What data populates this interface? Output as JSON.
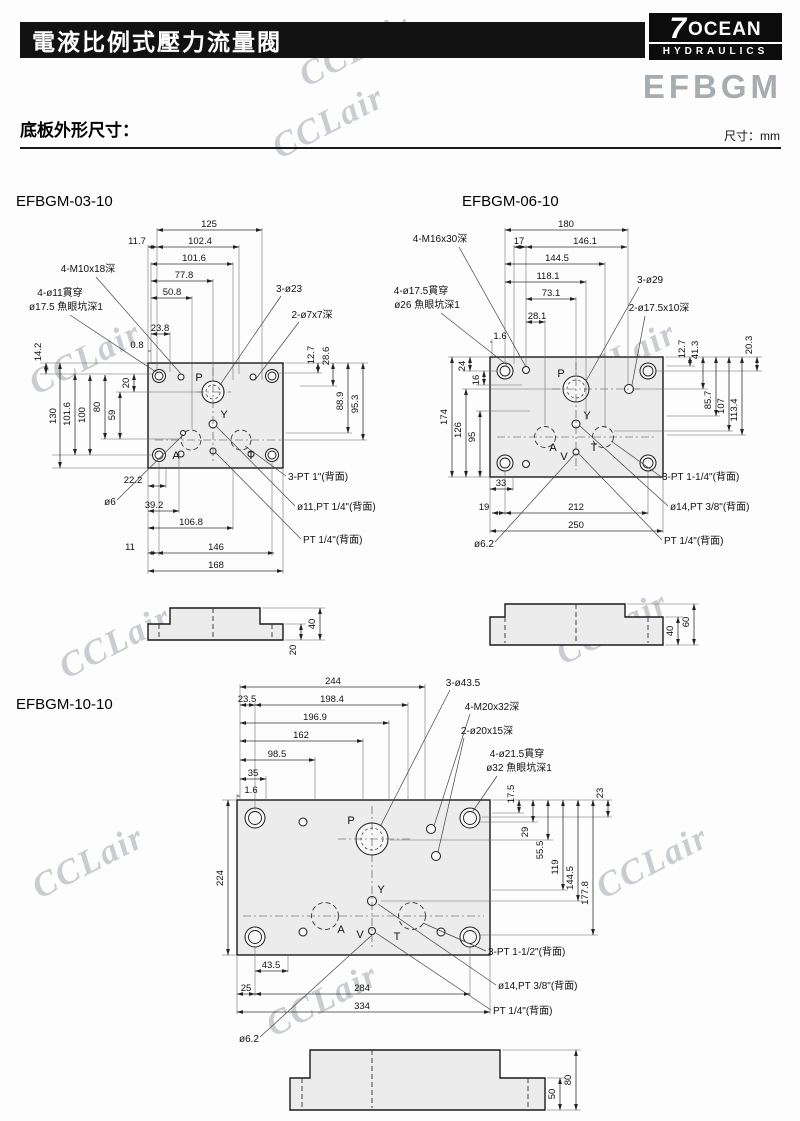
{
  "header": {
    "title": "電液比例式壓力流量閥",
    "logo_seven": "7",
    "logo_brand": "OCEAN",
    "logo_sub": "HYDRAULICS",
    "model": "EFBGM"
  },
  "section": {
    "label": "底板外形尺寸：",
    "unit": "尺寸：mm"
  },
  "watermark": "CCLair",
  "d1": {
    "title": "EFBGM-03-10",
    "top": [
      "125",
      "11.7",
      "102.4",
      "101.6",
      "77.8",
      "50.8",
      "23.8",
      "0.8"
    ],
    "left": [
      "14.2",
      "130",
      "101.6",
      "100",
      "80",
      "59",
      "20"
    ],
    "right": [
      "12.7",
      "28.6",
      "88.9",
      "95.3"
    ],
    "bottom": [
      "22.2",
      "39.2",
      "106.8",
      "11",
      "146",
      "168"
    ],
    "side": [
      "40",
      "20"
    ],
    "labels": {
      "tap": "4-M10x18深",
      "thru1": "4-ø11貫穿",
      "thru2": "ø17.5 魚眼坑深1",
      "port_big": "3-ø23",
      "pin": "2-ø7x7深",
      "small_hole": "ø6",
      "pt_a": "3-PT 1\"(背面)",
      "pt_b": "ø11,PT 1/4\"(背面)",
      "pt_c": "PT 1/4\"(背面)"
    },
    "ports": {
      "p": "P",
      "y": "Y",
      "a": "A",
      "t": "T"
    }
  },
  "d2": {
    "title": "EFBGM-06-10",
    "top": [
      "180",
      "17",
      "146.1",
      "144.5",
      "118.1",
      "73.1",
      "28.1",
      "1.6"
    ],
    "left": [
      "24",
      "16",
      "174",
      "126",
      "95"
    ],
    "right": [
      "12.7",
      "41.3",
      "85.7",
      "107",
      "113.4",
      "20.3"
    ],
    "bottom": [
      "33",
      "19",
      "212",
      "250"
    ],
    "side": [
      "40",
      "60"
    ],
    "labels": {
      "tap": "4-M16x30深",
      "thru1": "4-ø17.5貫穿",
      "thru2": "ø26 魚眼坑深1",
      "port_big": "3-ø29",
      "pin": "2-ø17.5x10深",
      "small_hole": "ø6.2",
      "pt_a": "3-PT 1-1/4\"(背面)",
      "pt_b": "ø14,PT 3/8\"(背面)",
      "pt_c": "PT 1/4\"(背面)"
    },
    "ports": {
      "p": "P",
      "y": "Y",
      "a": "A",
      "t": "T",
      "v": "V"
    }
  },
  "d3": {
    "title": "EFBGM-10-10",
    "top": [
      "244",
      "23.5",
      "198.4",
      "196.9",
      "162",
      "98.5",
      "35",
      "1.6"
    ],
    "left": [
      "224"
    ],
    "right": [
      "17.5",
      "23",
      "29",
      "55.5",
      "119",
      "144.5",
      "177.8"
    ],
    "bottom": [
      "43.5",
      "25",
      "284",
      "334"
    ],
    "side": [
      "50",
      "80"
    ],
    "labels": {
      "port_big": "3-ø43.5",
      "tap": "4-M20x32深",
      "pin": "2-ø20x15深",
      "thru1": "4-ø21.5貫穿",
      "thru2": "ø32 魚眼坑深1",
      "small_hole": "ø6.2",
      "pt_a": "3-PT 1-1/2\"(背面)",
      "pt_b": "ø14,PT 3/8\"(背面)",
      "pt_c": "PT 1/4\"(背面)"
    },
    "ports": {
      "p": "P",
      "y": "Y",
      "a": "A",
      "t": "T",
      "v": "V"
    }
  }
}
